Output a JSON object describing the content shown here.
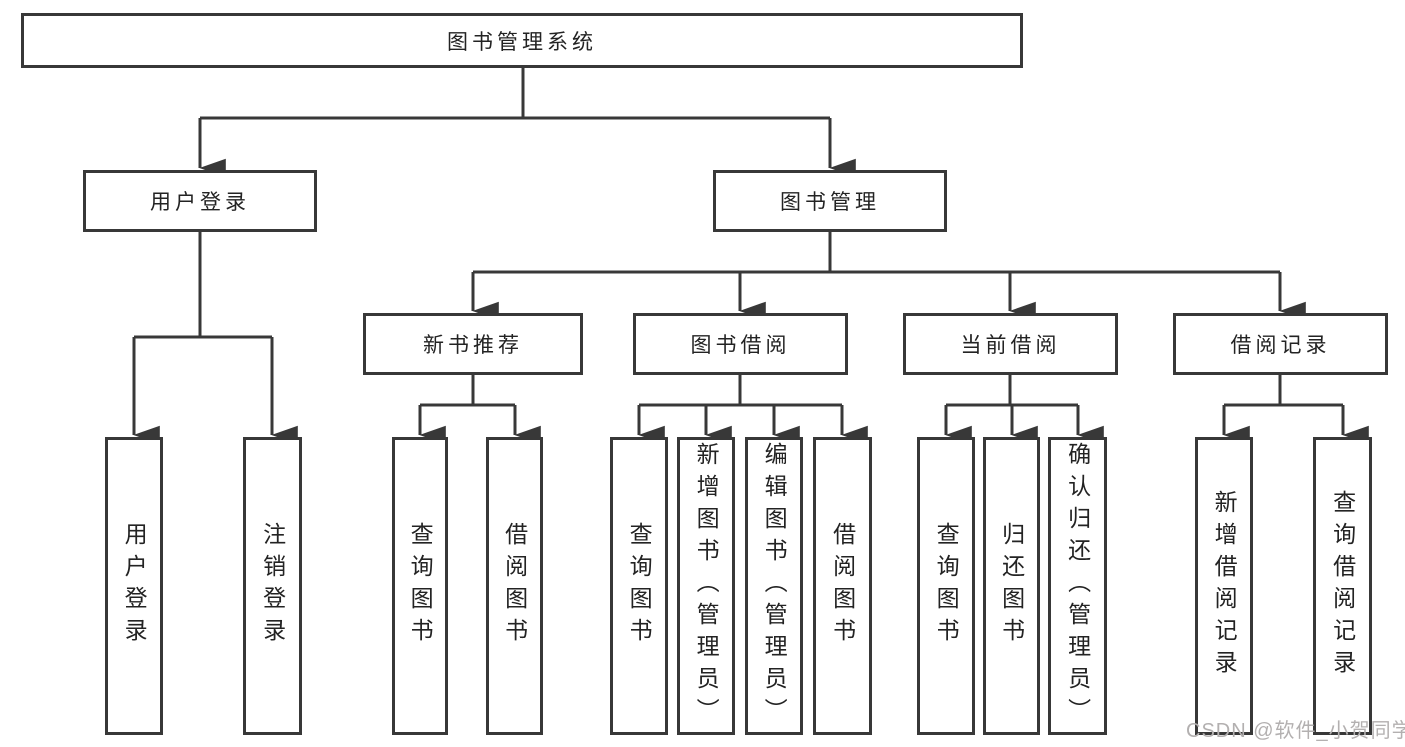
{
  "diagram": {
    "type": "tree",
    "title": "图书管理系统",
    "root": {
      "label": "图书管理系统",
      "children": [
        {
          "label": "用户登录",
          "children": [
            {
              "label": "用户登录"
            },
            {
              "label": "注销登录"
            }
          ]
        },
        {
          "label": "图书管理",
          "children": [
            {
              "label": "新书推荐",
              "children": [
                {
                  "label": "查询图书"
                },
                {
                  "label": "借阅图书"
                }
              ]
            },
            {
              "label": "图书借阅",
              "children": [
                {
                  "label": "查询图书"
                },
                {
                  "label": "新增图书（管理员）"
                },
                {
                  "label": "编辑图书（管理员）"
                },
                {
                  "label": "借阅图书"
                }
              ]
            },
            {
              "label": "当前借阅",
              "children": [
                {
                  "label": "查询图书"
                },
                {
                  "label": "归还图书"
                },
                {
                  "label": "确认归还（管理员）"
                }
              ]
            },
            {
              "label": "借阅记录",
              "children": [
                {
                  "label": "新增借阅记录"
                },
                {
                  "label": "查询借阅记录"
                }
              ]
            }
          ]
        }
      ]
    }
  },
  "watermark": {
    "text": "CSDN @软件_小贺同学"
  },
  "colors": {
    "line": "#383838",
    "text": "#232323",
    "background": "#ffffff",
    "watermark": "#b3b0b0"
  }
}
